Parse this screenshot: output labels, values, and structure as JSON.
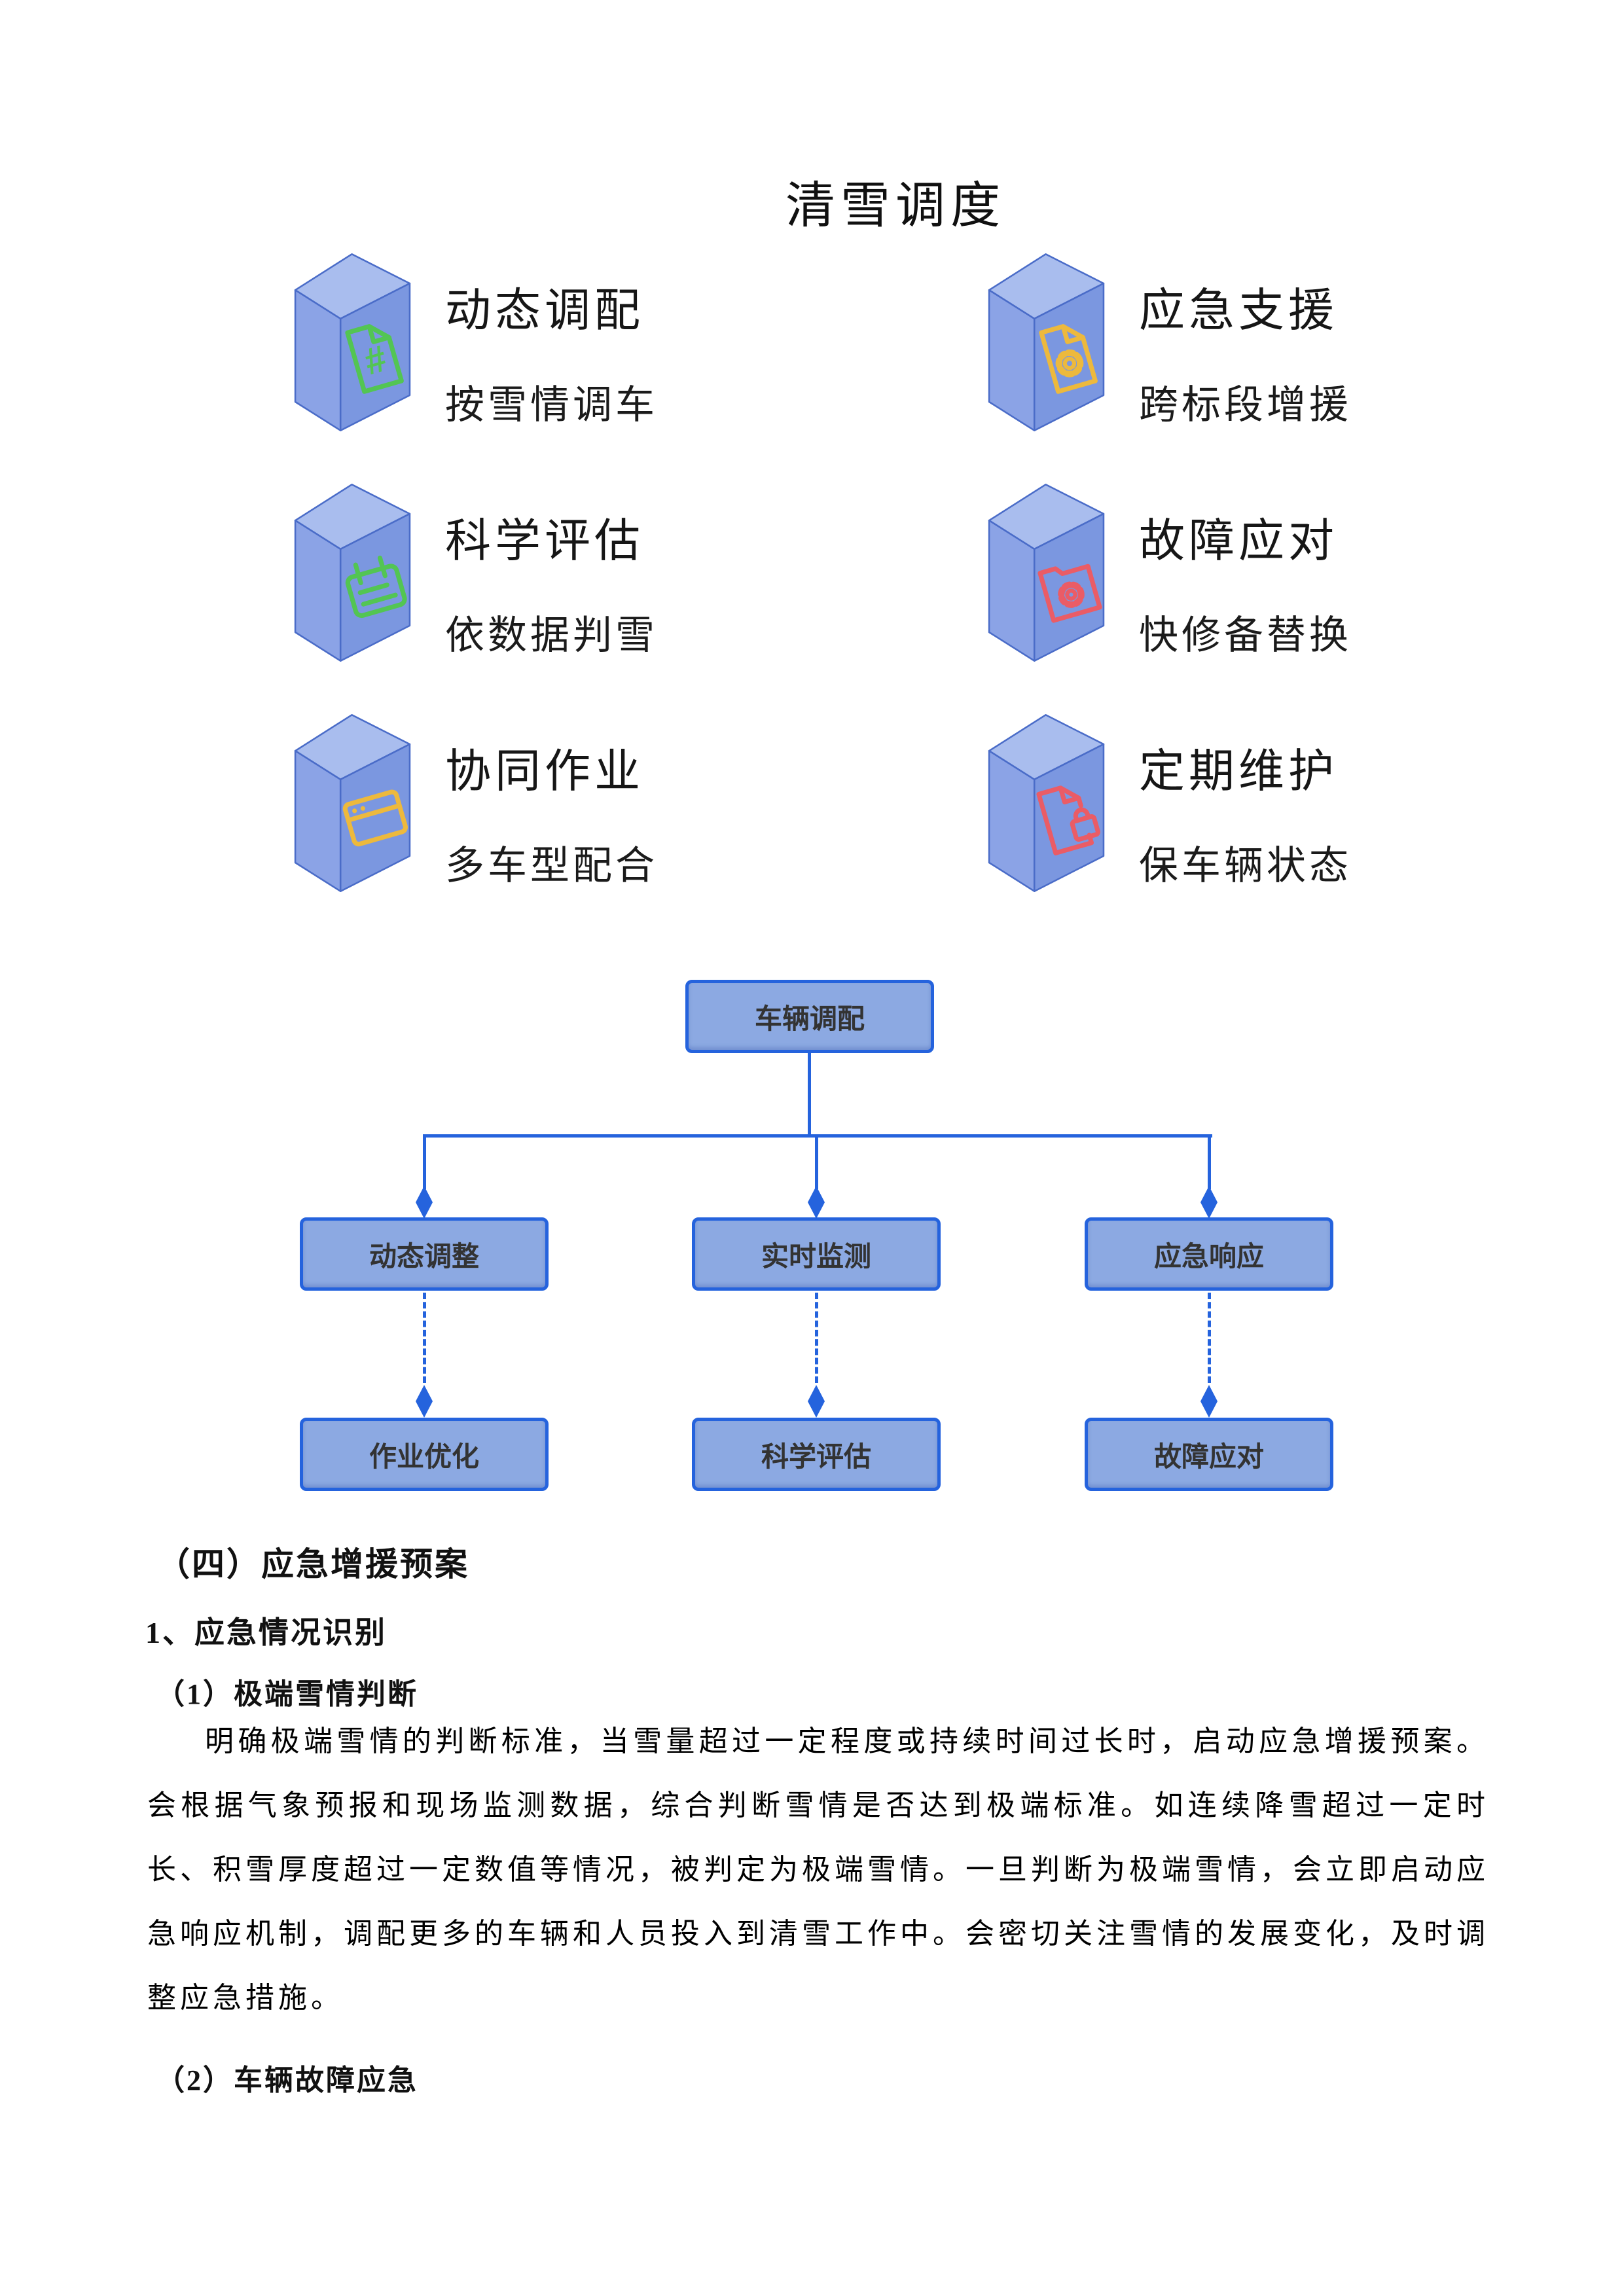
{
  "diagram": {
    "title": "清雪调度",
    "features": [
      {
        "title": "动态调配",
        "subtitle": "按雪情调车",
        "icon": "doc-hash",
        "icon_color": "#53c553"
      },
      {
        "title": "应急支援",
        "subtitle": "跨标段增援",
        "icon": "doc-gear",
        "icon_color": "#edb93d"
      },
      {
        "title": "科学评估",
        "subtitle": "依数据判雪",
        "icon": "calendar",
        "icon_color": "#53c553"
      },
      {
        "title": "故障应对",
        "subtitle": "快修备替换",
        "icon": "folder-gear",
        "icon_color": "#ea5c66"
      },
      {
        "title": "协同作业",
        "subtitle": "多车型配合",
        "icon": "window",
        "icon_color": "#edb93d"
      },
      {
        "title": "定期维护",
        "subtitle": "保车辆状态",
        "icon": "doc-lock",
        "icon_color": "#ea5c66"
      }
    ],
    "colors": {
      "cube_front": "#7b97e0",
      "cube_top": "#a9bdee",
      "cube_side": "#8ba3e6",
      "cube_edge": "#4a6cc8"
    }
  },
  "flowchart": {
    "root": "车辆调配",
    "middle": [
      "动态调整",
      "实时监测",
      "应急响应"
    ],
    "bottom": [
      "作业优化",
      "科学评估",
      "故障应对"
    ],
    "colors": {
      "box_fill": "#8ca9e2",
      "box_border": "#2563dd",
      "line": "#2563dd"
    }
  },
  "document": {
    "heading1": "（四）应急增援预案",
    "heading2": "1、应急情况识别",
    "heading3": "（1）极端雪情判断",
    "paragraph": "明确极端雪情的判断标准，当雪量超过一定程度或持续时间过长时，启动应急增援预案。会根据气象预报和现场监测数据，综合判断雪情是否达到极端标准。如连续降雪超过一定时长、积雪厚度超过一定数值等情况，被判定为极端雪情。一旦判断为极端雪情，会立即启动应急响应机制，调配更多的车辆和人员投入到清雪工作中。会密切关注雪情的发展变化，及时调整应急措施。",
    "heading4": "（2）车辆故障应急"
  }
}
